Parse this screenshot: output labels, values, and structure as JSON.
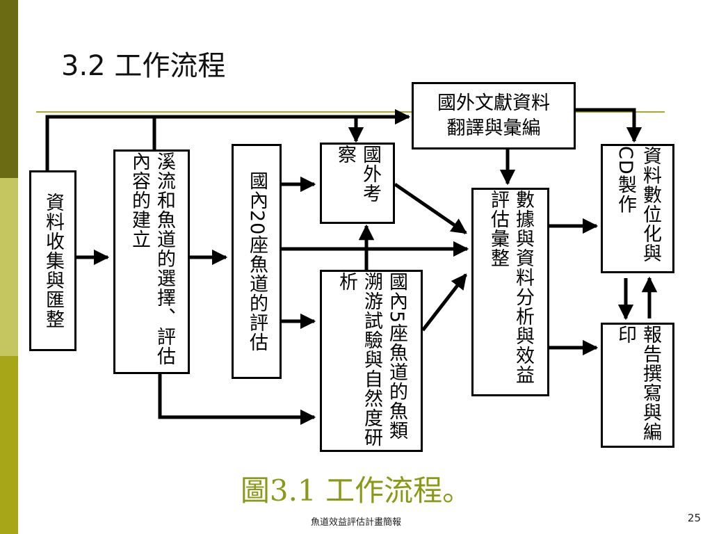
{
  "title": {
    "number": "3.2",
    "text": "工作流程"
  },
  "boxes": {
    "collect": "資料收集與匯整",
    "evaluate_content": "溪流和魚道的選擇、評估內容的建立",
    "domestic20": "國內20座魚道的評估",
    "foreign_visit": "國外考察",
    "domestic5": "國內5座魚道的魚類溯游試驗與自然度研析",
    "literature_line1": "國外文獻資料",
    "literature_line2": "翻譯與彙編",
    "analysis": "數據與資料分析與效益評估彙整",
    "digitize": "資料數位化與CD製作",
    "report": "報告撰寫與編印"
  },
  "caption": "圖3.1 工作流程。",
  "footer": "魚道效益評估計畫簡報",
  "page_number": "25"
}
